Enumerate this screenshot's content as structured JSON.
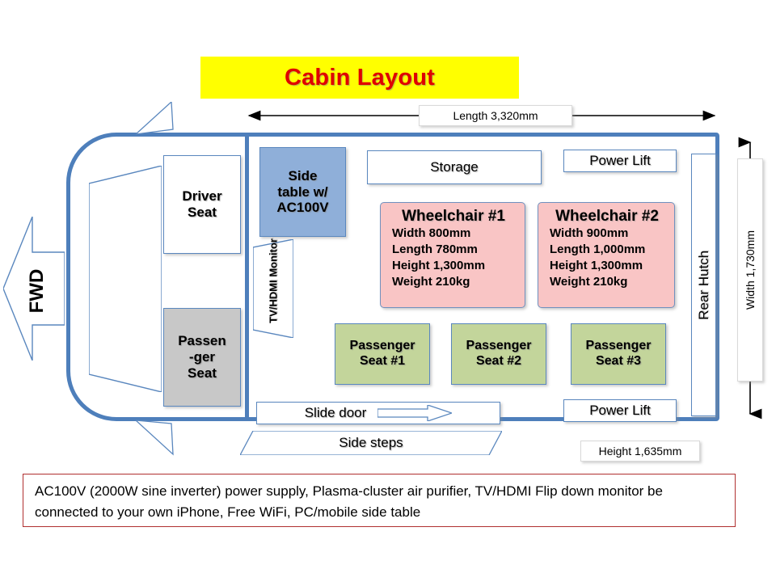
{
  "title": {
    "text": "Cabin Layout",
    "bg": "#FFFF00",
    "color": "#E00000"
  },
  "dimensions": {
    "length": "Length 3,320mm",
    "width": "Width 1,730mm",
    "height": "Height 1,635mm"
  },
  "direction": {
    "label": "FWD"
  },
  "front_cabin": {
    "driver_seat": "Driver\nSeat",
    "driver_seat_line1": "Driver",
    "driver_seat_line2": "Seat",
    "passenger_seat_line1": "Passen",
    "passenger_seat_line2": "-ger",
    "passenger_seat_line3": "Seat"
  },
  "equipment": {
    "side_table_line1": "Side",
    "side_table_line2": "table w/",
    "side_table_line3": "AC100V",
    "tv_monitor": "TV/HDMI Monitor",
    "storage": "Storage",
    "power_lift_top": "Power Lift",
    "power_lift_bottom": "Power Lift",
    "rear_hutch": "Rear Hutch",
    "slide_door": "Slide door",
    "side_steps": "Side steps"
  },
  "wheelchairs": [
    {
      "name": "Wheelchair #1",
      "width": "Width 800mm",
      "length": "Length 780mm",
      "height": "Height 1,300mm",
      "weight": "Weight 210kg"
    },
    {
      "name": "Wheelchair #2",
      "width": "Width 900mm",
      "length": "Length 1,000mm",
      "height": "Height 1,300mm",
      "weight": "Weight 210kg"
    }
  ],
  "passenger_seats": [
    {
      "line1": "Passenger",
      "line2": "Seat #1"
    },
    {
      "line1": "Passenger",
      "line2": "Seat #2"
    },
    {
      "line1": "Passenger",
      "line2": "Seat #3"
    }
  ],
  "caption": {
    "text": "AC100V (2000W sine inverter) power supply, Plasma-cluster air purifier, TV/HDMI Flip down monitor be connected to your own iPhone, Free WiFi, PC/mobile side table",
    "border": "#B03030"
  },
  "colors": {
    "vehicle_outline": "#4E7FBB",
    "wheelchair_fill": "#F9C5C5",
    "passenger_seat_fill": "#C3D59B",
    "side_table_fill": "#8FAFD9",
    "front_passenger_fill": "#C8C8C8"
  }
}
